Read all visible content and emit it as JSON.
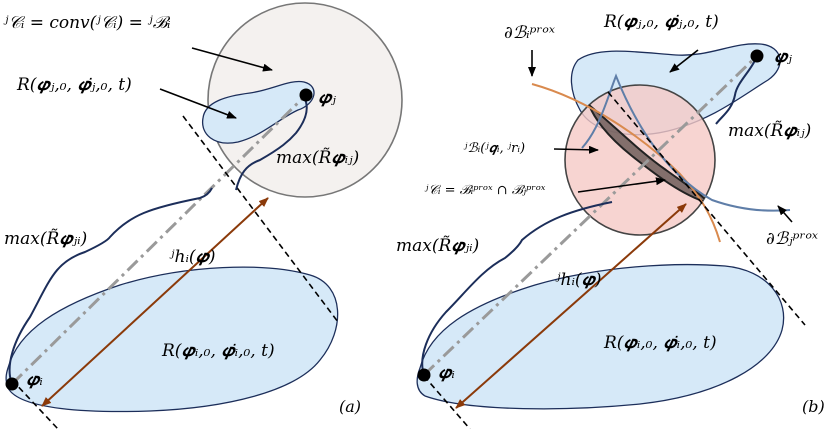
{
  "panel_a": {
    "tag": "(a)",
    "label_convex_set": "ʲ𝒞ᵢ = conv(ʲ𝒞ᵢ) = ʲℬᵢ",
    "label_reach_j": "R(𝝋ⱼ,₀, 𝝋̇ⱼ,₀, t)",
    "label_reach_i": "R(𝝋ᵢ,₀, 𝝋̇ᵢ,₀, t)",
    "label_max_ij": "max(R̃𝝋ᵢⱼ)",
    "label_max_ji": "max(R̃𝝋ⱼᵢ)",
    "label_h": "ʲhᵢ(𝝋)",
    "label_phi_i": "𝝋ᵢ",
    "label_phi_j": "𝝋ⱼ"
  },
  "panel_b": {
    "tag": "(b)",
    "label_prox_i": "∂ℬᵢᵖʳᵒˣ",
    "label_prox_j": "∂ℬⱼᵖʳᵒˣ",
    "label_reach_j": "R(𝝋ⱼ,₀, 𝝋̇ⱼ,₀, t)",
    "label_reach_i": "R(𝝋ᵢ,₀, 𝝋̇ᵢ,₀, t)",
    "label_ball": "ʲℬᵢ(ʲ𝒒ᵢ, ʲrᵢ)",
    "label_intersection": "ʲ𝒞ᵢ = ℬᵢᵖʳᵒˣ ∩ ℬⱼᵖʳᵒˣ",
    "label_max_ij": "max(R̃𝝋ᵢⱼ)",
    "label_max_ji": "max(R̃𝝋ⱼᵢ)",
    "label_h": "ʲhᵢ(𝝋)",
    "label_phi_i": "𝝋ᵢ",
    "label_phi_j": "𝝋ⱼ"
  },
  "colors": {
    "reach_fill": "#d6e9f8",
    "reach_stroke": "#1c2e5a",
    "ball_a_fill": "#f4f1ef",
    "ball_b_fill": "#f5c9c5",
    "arrow_h": "#8b3a0a",
    "prox_i": "#d98a4e",
    "prox_j": "#5f7ea8",
    "intersection": "#6e5d5a"
  }
}
